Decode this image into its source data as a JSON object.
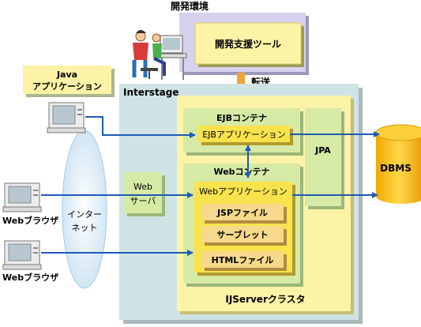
{
  "dev_env": {
    "title": "開発環境",
    "tool": "開発支援ツール",
    "transfer": "転送"
  },
  "java_app": {
    "line1": "Java",
    "line2": "アプリケーション"
  },
  "interstage": {
    "title": "Interstage",
    "cluster": "IJServerクラスタ",
    "ejb_container": "EJBコンテナ",
    "ejb_app": "EJBアプリケーション",
    "jpa": "JPA",
    "web_container": "Webコンテナ",
    "web_app": "Webアプリケーション",
    "jsp": "JSPファイル",
    "servlet": "サーブレット",
    "html": "HTMLファイル",
    "web_server_line1": "Web",
    "web_server_line2": "サーバ"
  },
  "internet": {
    "line1": "インター",
    "line2": "ネット"
  },
  "browsers": [
    {
      "label": "Webブラウザ"
    },
    {
      "label": "Webブラウザ"
    }
  ],
  "dbms": {
    "label": "DBMS"
  },
  "colors": {
    "interstage": "#cfe3e4",
    "cluster": "#fdf3a6",
    "container": "#d6eaa6",
    "app": "#f9e34d",
    "file": "#f6d98a",
    "dev": "#d6d2ee",
    "arrow": "#1e5ab4",
    "transfer_arrow": "#f1a23a",
    "dbms": "#f5b400",
    "internet": "#dcecf7"
  }
}
